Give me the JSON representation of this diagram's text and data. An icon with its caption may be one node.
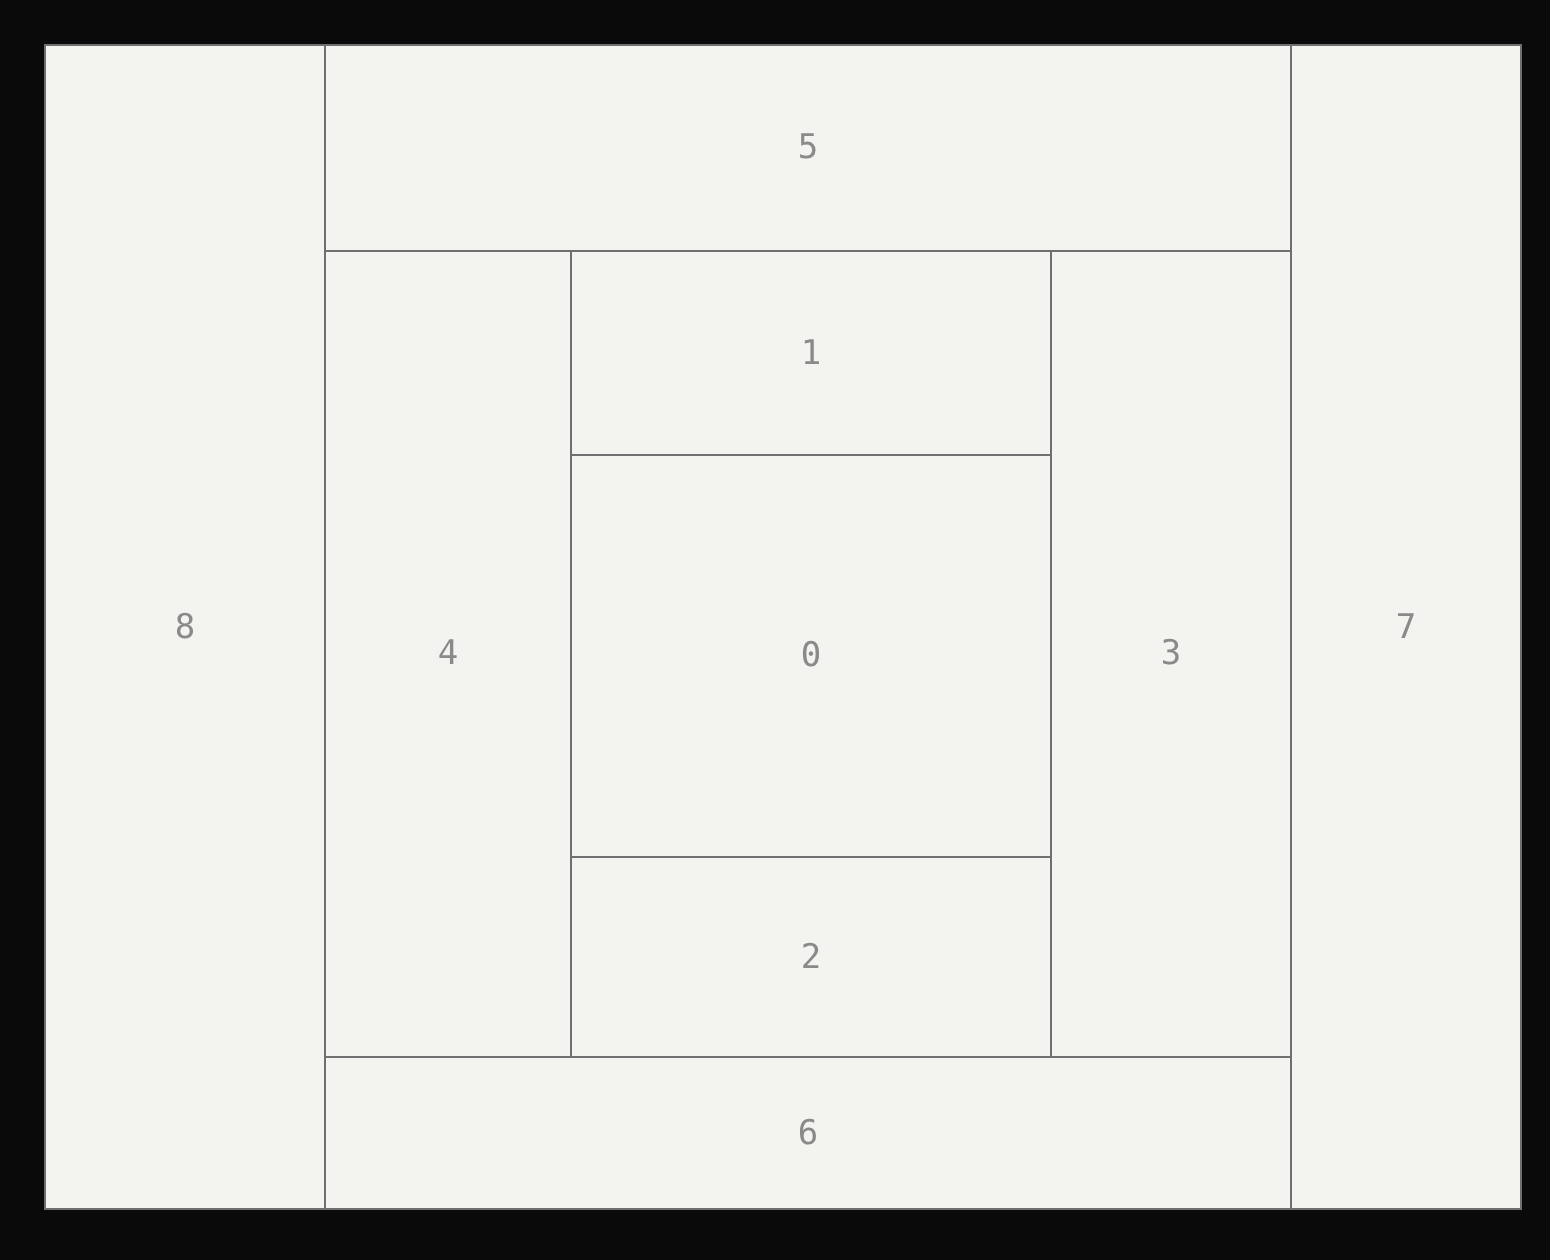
{
  "diagram": {
    "nodes": [
      {
        "text": [
          "8"
        ]
      },
      {
        "text": [
          "5"
        ]
      },
      {
        "text": [
          "7"
        ]
      },
      {
        "text": [
          "4"
        ]
      },
      {
        "text": [
          "1"
        ]
      },
      {
        "text": [
          "3"
        ]
      },
      {
        "text": [
          "0"
        ]
      },
      {
        "text": [
          "2"
        ]
      },
      {
        "text": [
          "6"
        ]
      }
    ]
  }
}
